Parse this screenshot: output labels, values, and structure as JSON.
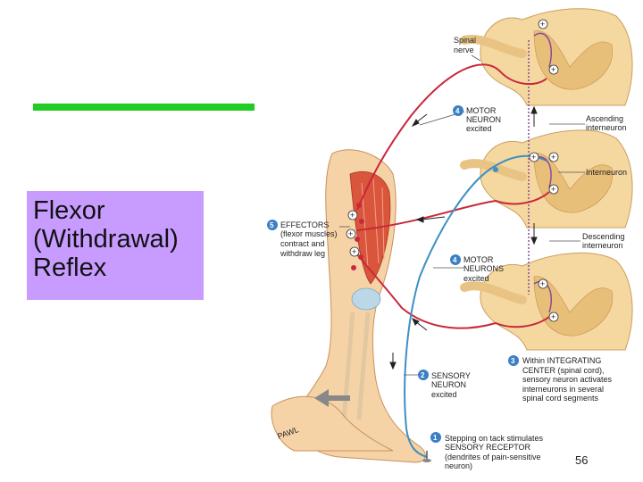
{
  "slide": {
    "title_lines": [
      "Flexor",
      "(Withdrawal)",
      "Reflex"
    ],
    "page_number": "56"
  },
  "diagram": {
    "labels": {
      "spinal_nerve": [
        "Spinal",
        "nerve"
      ],
      "motor_neuron_top": [
        "MOTOR",
        "NEURON",
        "excited"
      ],
      "ascending": [
        "Ascending",
        "interneuron"
      ],
      "interneuron": [
        "Interneuron"
      ],
      "effectors": [
        "EFFECTORS",
        "(flexor muscles)",
        "contract and",
        "withdraw leg"
      ],
      "descending": [
        "Descending",
        "interneuron"
      ],
      "motor_neurons": [
        "MOTOR",
        "NEURONS",
        "excited"
      ],
      "sensory_neuron": [
        "SENSORY",
        "NEURON",
        "excited"
      ],
      "integrating": [
        "Within INTEGRATING",
        "CENTER (spinal cord),",
        "sensory neuron activates",
        "interneurons in several",
        "spinal cord segments"
      ],
      "receptor": [
        "Stepping on tack stimulates",
        "SENSORY RECEPTOR",
        "(dendrites of pain-sensitive",
        "neuron)"
      ]
    },
    "step_numbers": {
      "motor_top": "4",
      "effectors": "5",
      "motor_mid": "4",
      "sensory": "2",
      "integrating": "3",
      "receptor": "1"
    },
    "signs": {
      "plus": "+"
    },
    "signature": "PAWL",
    "colors": {
      "motor": "#c8283c",
      "sensory": "#3d8fc4",
      "interneuron": "#8a4a9a",
      "cord": "#f5d7a0",
      "cord_gray": "#e8bf78",
      "skin": "#f6d3a6",
      "muscle": "#d9553b",
      "badge": "#3b7fc4",
      "bone": "#bcd8e8"
    }
  }
}
